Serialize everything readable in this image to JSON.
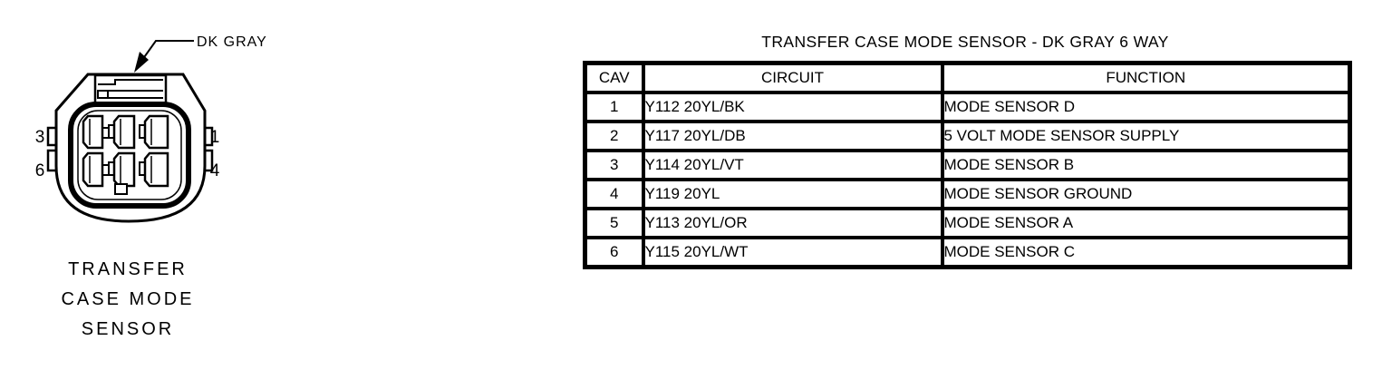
{
  "colors": {
    "ink": "#000000",
    "background": "#ffffff"
  },
  "diagram": {
    "color_label": "DK GRAY",
    "pins": {
      "top_left": "3",
      "bottom_left": "6",
      "top_right": "1",
      "bottom_right": "4"
    },
    "caption": [
      "TRANSFER",
      "CASE MODE",
      "SENSOR"
    ]
  },
  "table": {
    "title": "TRANSFER CASE MODE SENSOR - DK GRAY 6 WAY",
    "headers": [
      "CAV",
      "CIRCUIT",
      "FUNCTION"
    ],
    "rows": [
      {
        "cav": "1",
        "circuit": "Y112 20YL/BK",
        "function": "MODE SENSOR D"
      },
      {
        "cav": "2",
        "circuit": "Y117 20YL/DB",
        "function": "5 VOLT MODE SENSOR SUPPLY"
      },
      {
        "cav": "3",
        "circuit": "Y114 20YL/VT",
        "function": "MODE SENSOR B"
      },
      {
        "cav": "4",
        "circuit": "Y119 20YL",
        "function": "MODE SENSOR GROUND"
      },
      {
        "cav": "5",
        "circuit": "Y113 20YL/OR",
        "function": "MODE SENSOR A"
      },
      {
        "cav": "6",
        "circuit": "Y115 20YL/WT",
        "function": "MODE SENSOR C"
      }
    ]
  }
}
